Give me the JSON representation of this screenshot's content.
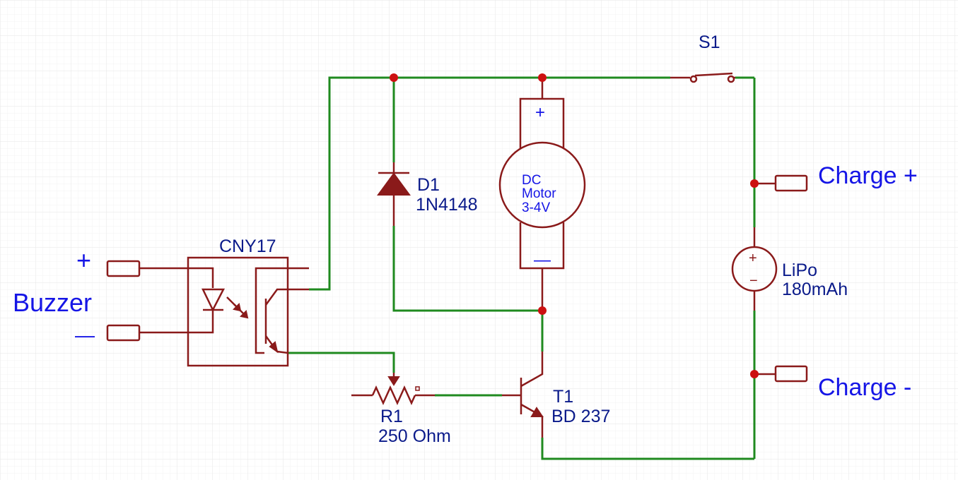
{
  "colors": {
    "wire": "#1f8a1f",
    "component": "#8a1a1a",
    "junction": "#cc1010",
    "label": "#0a1a8a",
    "port_label": "#1515e6",
    "grid": "#ececec"
  },
  "components": {
    "switch": {
      "ref": "S1"
    },
    "diode": {
      "ref": "D1",
      "value": "1N4148"
    },
    "motor": {
      "line1": "DC",
      "line2": "Motor",
      "line3": "3-4V",
      "plus": "+",
      "minus": "—"
    },
    "battery": {
      "ref": "LiPo",
      "value": "180mAh",
      "plus": "+",
      "minus": "−"
    },
    "optocoupler": {
      "ref": "CNY17"
    },
    "potentiometer": {
      "ref": "R1",
      "value": "250 Ohm"
    },
    "transistor": {
      "ref": "T1",
      "value": "BD 237"
    }
  },
  "ports": {
    "buzzer_label": "Buzzer",
    "buzzer_plus": "+",
    "buzzer_minus": "—",
    "charge_plus": "Charge +",
    "charge_minus": "Charge -"
  }
}
